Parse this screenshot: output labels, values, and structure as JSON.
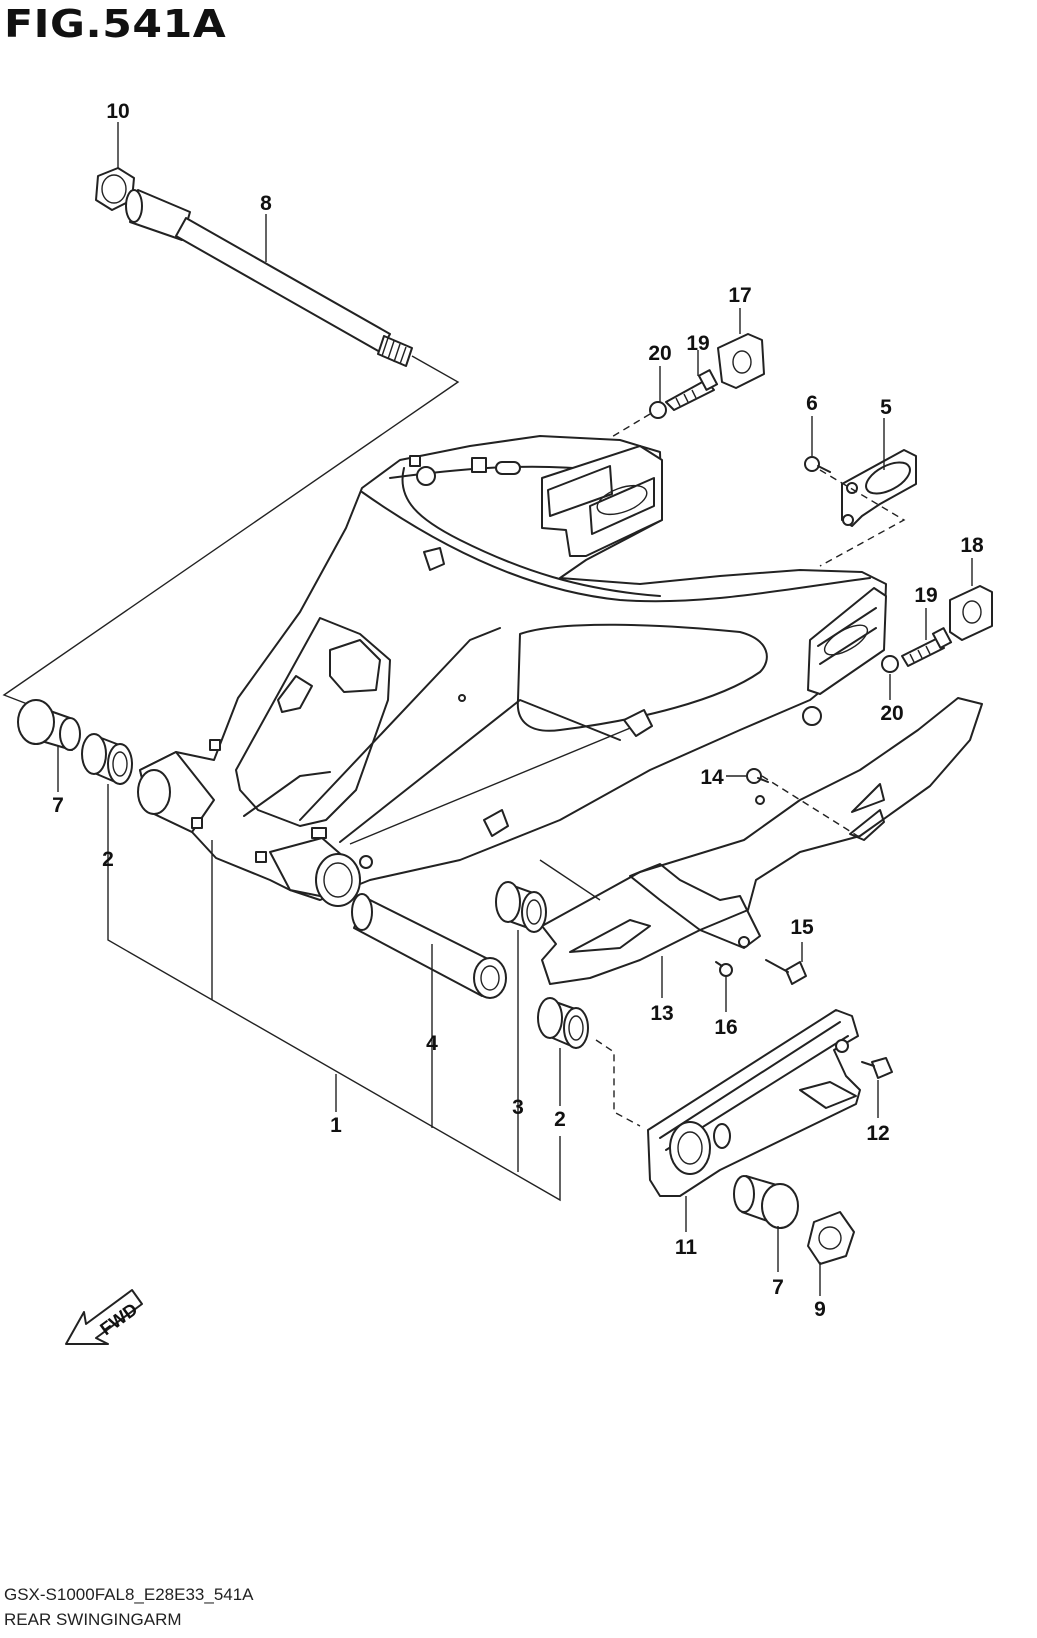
{
  "figure": {
    "title": "FIG.541A",
    "code": "GSX-S1000FAL8_E28E33_541A",
    "name": "REAR SWINGINGARM",
    "fwd_label": "FWD"
  },
  "callouts": [
    {
      "id": "c10a",
      "text": "10"
    },
    {
      "id": "c8",
      "text": "8"
    },
    {
      "id": "c17",
      "text": "17"
    },
    {
      "id": "c20a",
      "text": "20"
    },
    {
      "id": "c19a",
      "text": "19"
    },
    {
      "id": "c6",
      "text": "6"
    },
    {
      "id": "c5",
      "text": "5"
    },
    {
      "id": "c18",
      "text": "18"
    },
    {
      "id": "c19b",
      "text": "19"
    },
    {
      "id": "c20b",
      "text": "20"
    },
    {
      "id": "c14",
      "text": "14"
    },
    {
      "id": "c7a",
      "text": "7"
    },
    {
      "id": "c2a",
      "text": "2"
    },
    {
      "id": "c15",
      "text": "15"
    },
    {
      "id": "c13",
      "text": "13"
    },
    {
      "id": "c16",
      "text": "16"
    },
    {
      "id": "c4",
      "text": "4"
    },
    {
      "id": "c1",
      "text": "1"
    },
    {
      "id": "c3",
      "text": "3"
    },
    {
      "id": "c2b",
      "text": "2"
    },
    {
      "id": "c12",
      "text": "12"
    },
    {
      "id": "c11",
      "text": "11"
    },
    {
      "id": "c7b",
      "text": "7"
    },
    {
      "id": "c9",
      "text": "9"
    }
  ]
}
